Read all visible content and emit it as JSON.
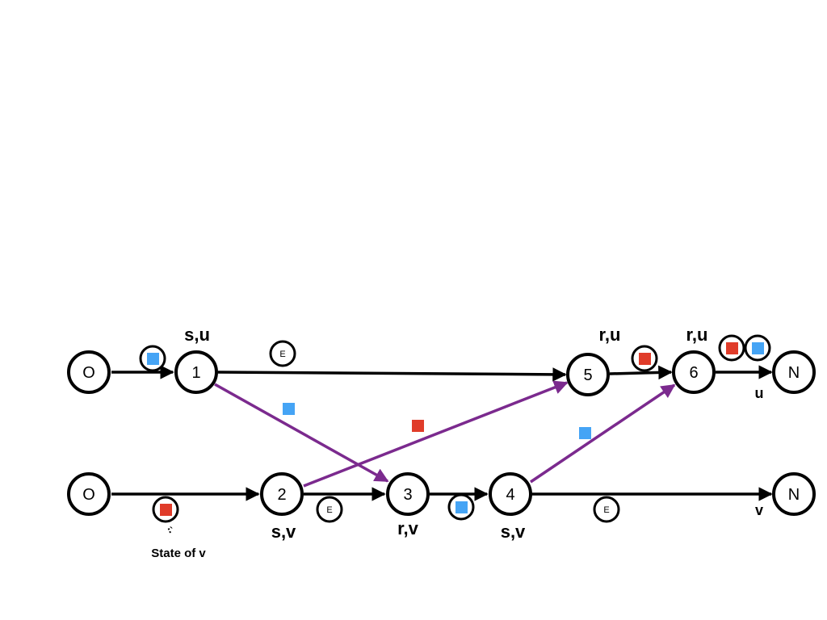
{
  "colors": {
    "black": "#000000",
    "purple": "#7b2a8e",
    "red": "#e03c2a",
    "blue": "#45a4f5"
  },
  "nodes": {
    "o_top": "O",
    "n1": "1",
    "n5": "5",
    "n6": "6",
    "n_top_end": "N",
    "o_bottom": "O",
    "n2": "2",
    "n3": "3",
    "n4": "4",
    "n_bottom_end": "N"
  },
  "state_labels": {
    "n1": "s,u",
    "n5": "r,u",
    "n6": "r,u",
    "n2": "s,v",
    "n3": "r,v",
    "n4": "s,v"
  },
  "output_labels": {
    "top": "u",
    "bottom": "v"
  },
  "empty_markers": {
    "top_1_5": "E",
    "bottom_2_3": "E",
    "bottom_4_n": "E"
  },
  "caption": {
    "state_of_v": "State of v",
    "tick_mark": "`"
  },
  "tokens": {
    "top_o_1": "blue",
    "bottom_o_2": "red",
    "bottom_3_4": "blue",
    "top_5_6": "red",
    "top_6_n_first": "red",
    "top_6_n_second": "blue",
    "cross_1_3": "blue",
    "cross_2_5": "red",
    "cross_4_6": "blue"
  }
}
